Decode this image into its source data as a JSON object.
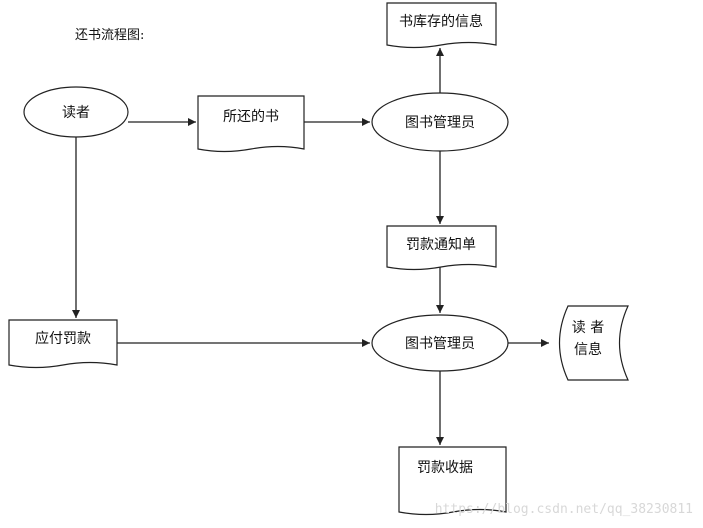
{
  "diagram": {
    "title": "还书流程图:",
    "nodes": {
      "reader": "读者",
      "returned_book": "所还的书",
      "admin_top": "图书管理员",
      "inventory_info": "书库存的信息",
      "fine_notice": "罚款通知单",
      "fine_payable": "应付罚款",
      "admin_bottom": "图书管理员",
      "reader_info_line1": "读 者",
      "reader_info_line2": "信息",
      "fine_receipt": "罚款收据"
    },
    "watermark": "https://blog.csdn.net/qq_38230811"
  }
}
